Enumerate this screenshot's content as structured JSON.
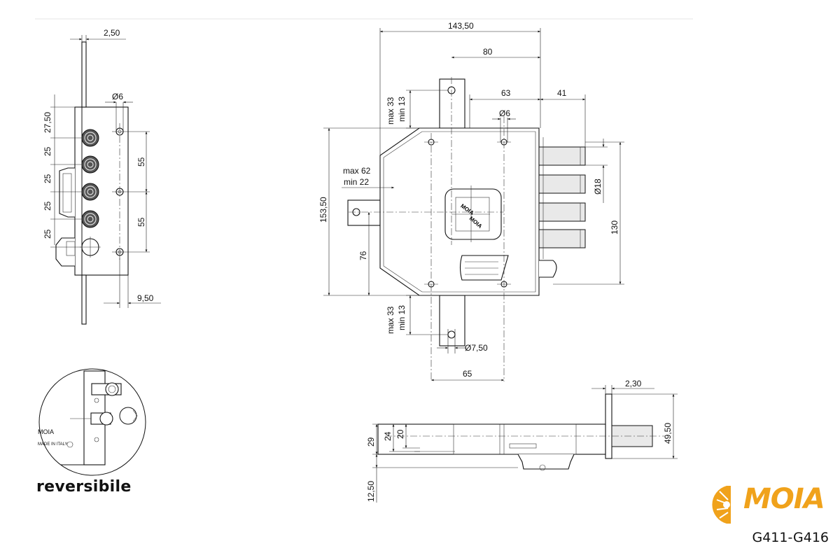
{
  "title": "",
  "brand": {
    "name": "MOIA",
    "model_code": "G411-G416",
    "accent_color": "#f0a21b"
  },
  "caption": {
    "reversible": "reversibile"
  },
  "inset_labels": {
    "brand_small": "MOIA",
    "made_in": "MADE IN ITALY"
  },
  "dimensions": {
    "side_view": {
      "top_pin_width": "2,50",
      "hole_dia": "Ø6",
      "pitch_first": "27,50",
      "pitch_1": "25",
      "pitch_2": "25",
      "pitch_3": "25",
      "pitch_4": "25",
      "upper_hole_spacing": "55",
      "lower_hole_spacing": "55",
      "bottom_offset": "9,50"
    },
    "front_view": {
      "overall_width": "143,50",
      "top_flange_width": "80",
      "flange_to_cylinder": "63",
      "bolt_projection": "41",
      "top_slot_range_max": "max 33",
      "top_slot_range_min": "min 13",
      "cylinder_hole_dia": "Ø6",
      "backset_max": "max 62",
      "backset_min": "min 22",
      "overall_height": "153,50",
      "key_height": "76",
      "bolt_dia": "Ø18",
      "bolt_span": "130",
      "bottom_slot_range_max": "max 33",
      "bottom_slot_range_min": "min 13",
      "bottom_hole_dia": "Ø7,50",
      "bottom_spacing": "65"
    },
    "bottom_view": {
      "plate_thickness": "2,30",
      "dim_29": "29",
      "dim_24": "24",
      "dim_20": "20",
      "bolt_height": "49,50",
      "lower_offset": "12,50"
    }
  }
}
